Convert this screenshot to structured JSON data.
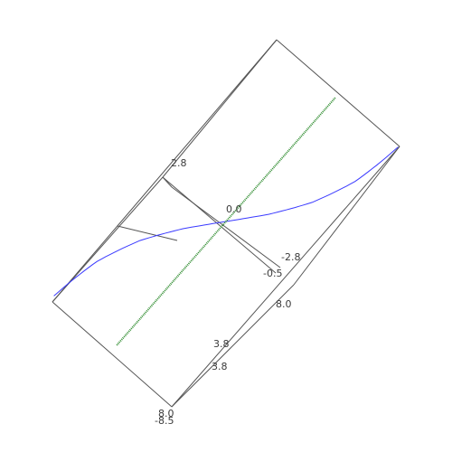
{
  "chart_data": {
    "type": "line",
    "title": "",
    "xlabel": "",
    "ylabel": "",
    "grid": false,
    "legend": "none",
    "colors": {
      "curve": "#3a3aff",
      "line": "#2e8b2e",
      "box": "#555555",
      "background": "#ffffff"
    },
    "tick_labels": [
      "2.8",
      "0.0",
      "-2.8",
      "-0.5",
      "8.0",
      "3.8",
      "3.8",
      "8.0",
      "-8.5"
    ],
    "series": [
      {
        "x": [
          -8,
          -6,
          -4,
          -2,
          0,
          2,
          4,
          6,
          8
        ],
        "y": [
          -8,
          -3.4,
          -1,
          -0.12,
          0,
          0.12,
          1,
          3.4,
          8
        ]
      },
      {
        "x": [
          -8,
          8
        ],
        "y": [
          -8,
          8
        ]
      }
    ]
  }
}
